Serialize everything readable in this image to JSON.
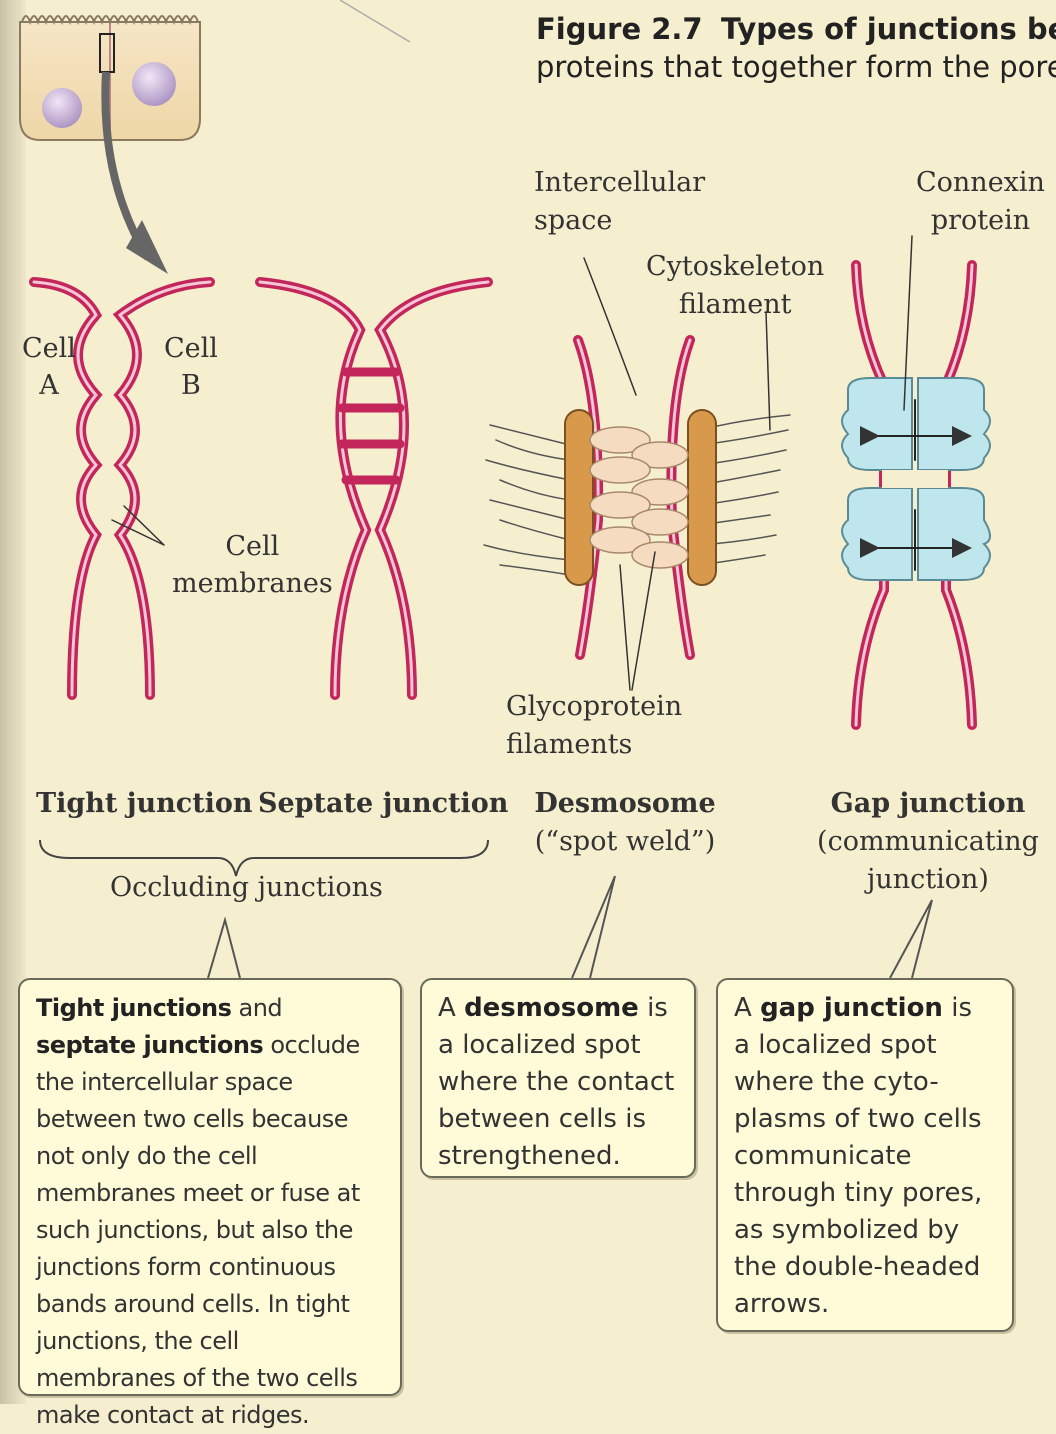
{
  "figure": {
    "number": "Figure 2.7",
    "title": "Types of junctions betw",
    "caption_line2": "proteins that together form the pore"
  },
  "labels": {
    "cell_a": [
      "Cell",
      "A"
    ],
    "cell_b": [
      "Cell",
      "B"
    ],
    "cell_membranes": [
      "Cell",
      "membranes"
    ],
    "intercellular_space": [
      "Intercellular",
      "space"
    ],
    "cytoskeleton_filament": [
      "Cytoskeleton",
      "filament"
    ],
    "connexin_protein": [
      "Connexin",
      "protein"
    ],
    "glycoprotein_filaments": [
      "Glycoprotein",
      "filaments"
    ]
  },
  "junctions": {
    "tight": "Tight junction",
    "septate": "Septate junction",
    "desmosome": "Desmosome",
    "desmosome_note": "(“spot weld”)",
    "gap": "Gap junction",
    "gap_note_1": "(communicating",
    "gap_note_2": "junction)",
    "occluding": "Occluding junctions"
  },
  "callouts": {
    "occluding": {
      "b1": "Tight junctions",
      "t1": " and ",
      "b2": "septate junctions",
      "t2": " occlude the intercellular space between two cells because not only do the cell membranes meet or fuse at such junctions, but also the junctions form continuous bands around cells. In tight junctions, the cell membranes of the two cells make contact at ridges."
    },
    "desmosome": {
      "t0": "A ",
      "b1": "desmosome",
      "t1": " is a localized spot where the contact between cells is strengthened."
    },
    "gap": {
      "t0": "A ",
      "b1": "gap junction",
      "t1": " is a localized spot where the cyto-plasms of two cells communicate through tiny pores, as symbolized by the double-headed arrows."
    }
  },
  "colors": {
    "membrane": "#d6336b",
    "membrane_inner": "#f4c6d6",
    "desmosome_plaque": "#d89a4a",
    "connexin": "#bfe6ec",
    "callout_bg": "#fffbd8"
  }
}
